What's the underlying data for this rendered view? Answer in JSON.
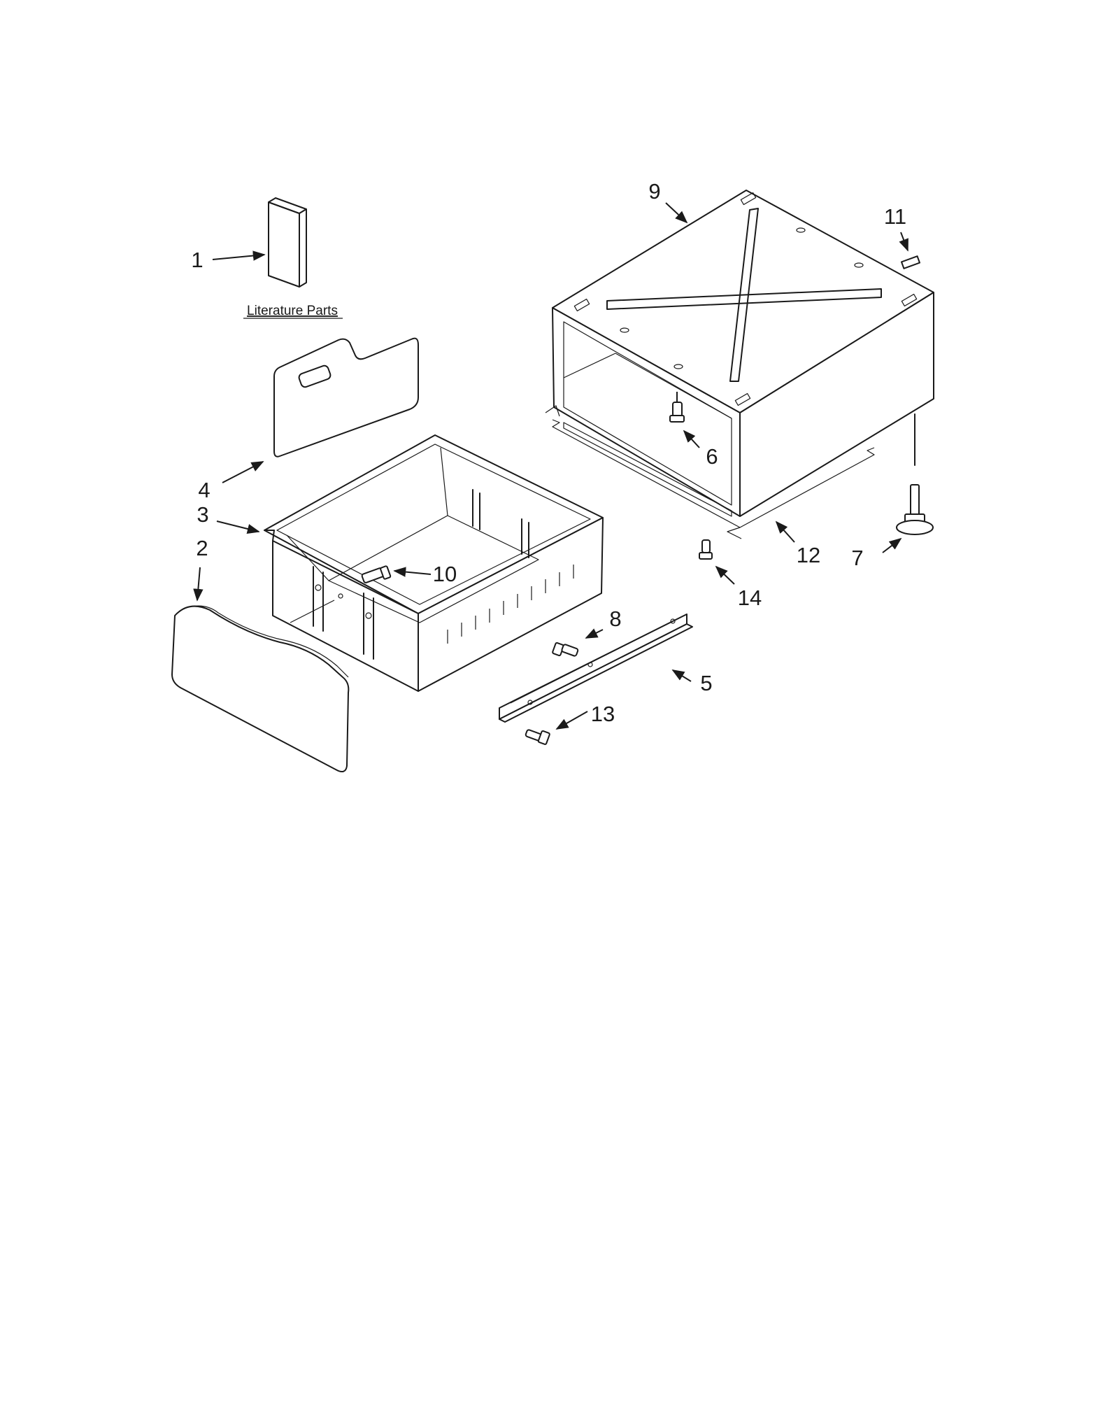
{
  "diagram": {
    "literature_label": "Literature Parts",
    "callouts": [
      {
        "id": "1",
        "label": "1"
      },
      {
        "id": "2",
        "label": "2"
      },
      {
        "id": "3",
        "label": "3"
      },
      {
        "id": "4",
        "label": "4"
      },
      {
        "id": "5",
        "label": "5"
      },
      {
        "id": "6",
        "label": "6"
      },
      {
        "id": "7",
        "label": "7"
      },
      {
        "id": "8",
        "label": "8"
      },
      {
        "id": "9",
        "label": "9"
      },
      {
        "id": "10",
        "label": "10"
      },
      {
        "id": "11",
        "label": "11"
      },
      {
        "id": "12",
        "label": "12"
      },
      {
        "id": "13",
        "label": "13"
      },
      {
        "id": "14",
        "label": "14"
      }
    ]
  }
}
